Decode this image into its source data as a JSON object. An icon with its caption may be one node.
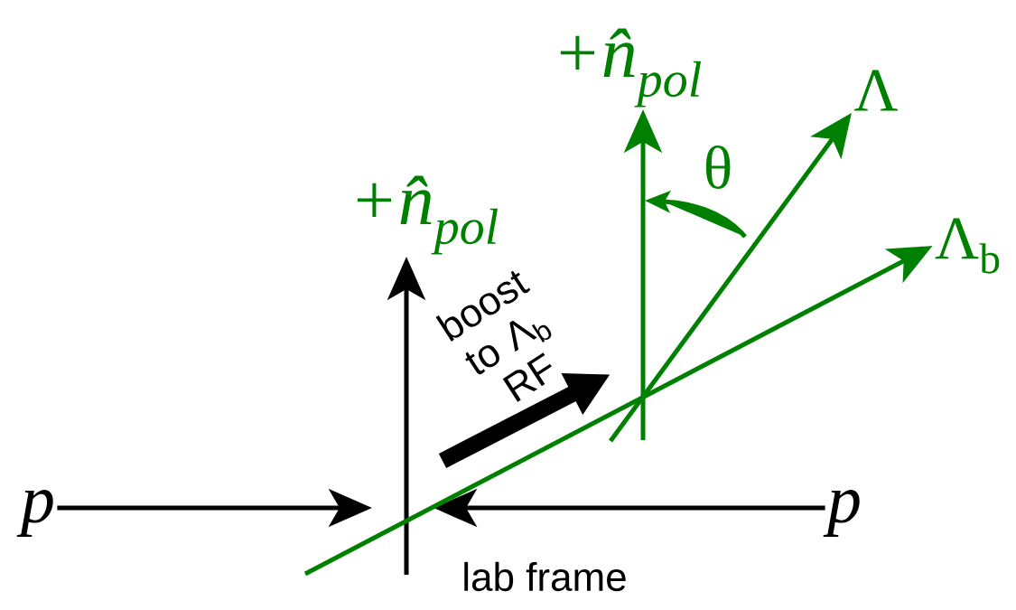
{
  "diagram": {
    "nodes": [
      {
        "text": [
          "p"
        ]
      },
      {
        "text": [
          "p"
        ]
      },
      {
        "text": [
          "+n̂$_{pol}$"
        ]
      },
      {
        "text": [
          "+n̂$_{pol}$"
        ]
      },
      {
        "text": [
          "Λ"
        ]
      },
      {
        "text": [
          "Λ$_{b}$"
        ]
      }
    ],
    "edges": [
      {
        "from": 0,
        "to": null,
        "arrow": "to",
        "color": "#000000"
      },
      {
        "from": 1,
        "to": null,
        "arrow": "to",
        "color": "#000000"
      },
      {
        "from": null,
        "to": 2,
        "arrow": "to",
        "color": "#000000"
      },
      {
        "from": null,
        "to": 3,
        "arrow": "to",
        "color": "#008000"
      },
      {
        "from": null,
        "to": 4,
        "arrow": "to",
        "color": "#008000"
      },
      {
        "from": null,
        "to": 5,
        "arrow": "to",
        "color": "#008000"
      }
    ],
    "labels": [
      "boost to Λ$_{b}$ RF",
      "θ",
      "lab frame"
    ]
  }
}
